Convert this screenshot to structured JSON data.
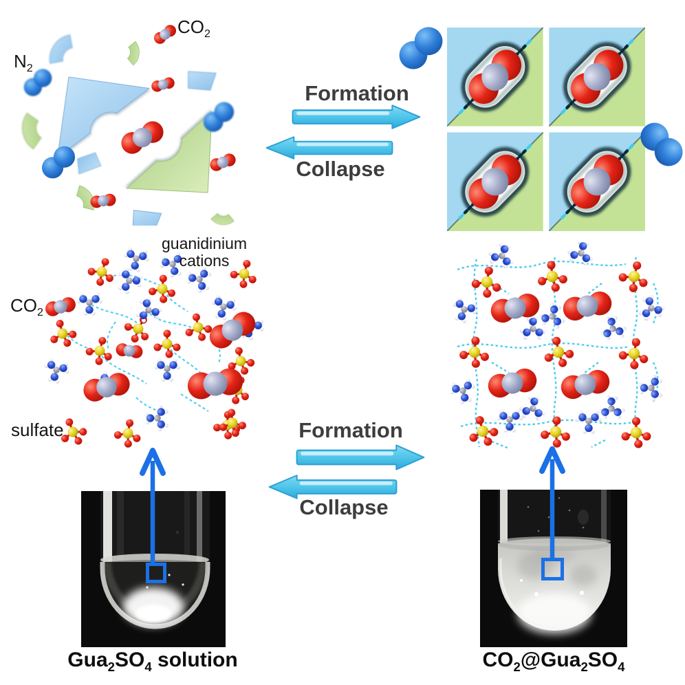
{
  "labels": {
    "n2": [
      {
        "t": "N"
      },
      {
        "t": "2",
        "sub": true
      }
    ],
    "co2_top": [
      {
        "t": "CO"
      },
      {
        "t": "2",
        "sub": true
      }
    ],
    "co2_solution": [
      {
        "t": "CO"
      },
      {
        "t": "2",
        "sub": true
      }
    ],
    "guanidinium_line1": "guanidinium",
    "guanidinium_line2": "cations",
    "sulfate": "sulfate"
  },
  "transitions": {
    "top": {
      "forward_label": "Formation",
      "backward_label": "Collapse"
    },
    "bottom": {
      "forward_label": "Formation",
      "backward_label": "Collapse"
    }
  },
  "captions": {
    "left_sample": [
      {
        "t": "Gua"
      },
      {
        "t": "2",
        "sub": true
      },
      {
        "t": "SO"
      },
      {
        "t": "4",
        "sub": true
      },
      {
        "t": " solution"
      }
    ],
    "right_sample": [
      {
        "t": "CO"
      },
      {
        "t": "2",
        "sub": true
      },
      {
        "t": "@Gua"
      },
      {
        "t": "2",
        "sub": true
      },
      {
        "t": "SO"
      },
      {
        "t": "4",
        "sub": true
      }
    ]
  },
  "icons": {
    "co2_molecule": "red-gray-red sphere triad",
    "n2_molecule": "blue sphere pair",
    "sulfate_ion": "yellow sulfur with four red oxygens, ball-and-stick",
    "guanidinium_cation": "gray carbon with three blue nitrogens and white hydrogens",
    "hydrogen_bond": "cyan dashed line",
    "cage_tile": "blue-green diagonal split square with white capsule cavity",
    "puzzle_fragment": "blue or green cage fragment",
    "formation_arrow": "glossy blue arrow pointing right",
    "collapse_arrow": "glossy blue arrow pointing left",
    "zoom_arrow": "thin blue arrow pointing up",
    "zoom_box": "blue outlined square on photo"
  },
  "colors": {
    "background": "#ffffff",
    "co2_oxygen_red": "#e02318",
    "co2_carbon_gray": "#a3aac8",
    "n2_blue": "#2f7fdb",
    "puzzle_blue": "#a9d2f1",
    "puzzle_green": "#c7e2a2",
    "tile_blue": "#a4d8f1",
    "tile_green": "#c3e295",
    "glossy_arrow_fill": "#55c8ec",
    "glossy_arrow_border": "#2b9fd4",
    "hydrogen_bond_cyan": "#44cbee",
    "sulfur_yellow": "#e5d41e",
    "nitrogen_blue": "#2b52d8",
    "carbon_gray": "#a8a8b2",
    "hydrogen_white": "#eef0f4",
    "annotation_blue": "#1b70e6",
    "photo_background": "#0b0b0b",
    "text_dark": "#3d3d3d",
    "text_black": "#151515"
  }
}
